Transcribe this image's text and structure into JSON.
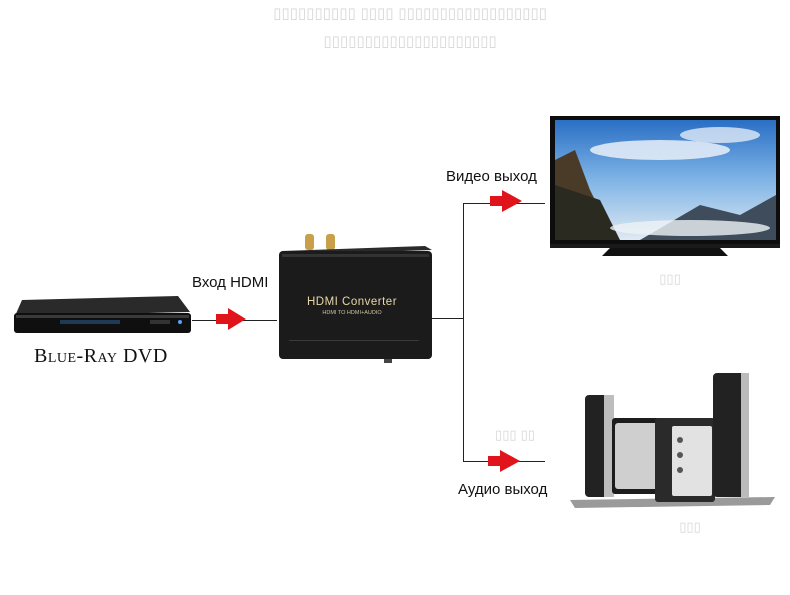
{
  "labels": {
    "input": "Вход HDMI",
    "video_out": "Видео выход",
    "audio_out": "Аудио выход",
    "source": "Blue-Ray DVD"
  },
  "device": {
    "title": "HDMI Converter",
    "subtitle": "HDMI TO HDMI+AUDIO"
  },
  "colors": {
    "arrow": "#e0141b",
    "device_body": "#1b1b1b",
    "line": "#222222"
  }
}
